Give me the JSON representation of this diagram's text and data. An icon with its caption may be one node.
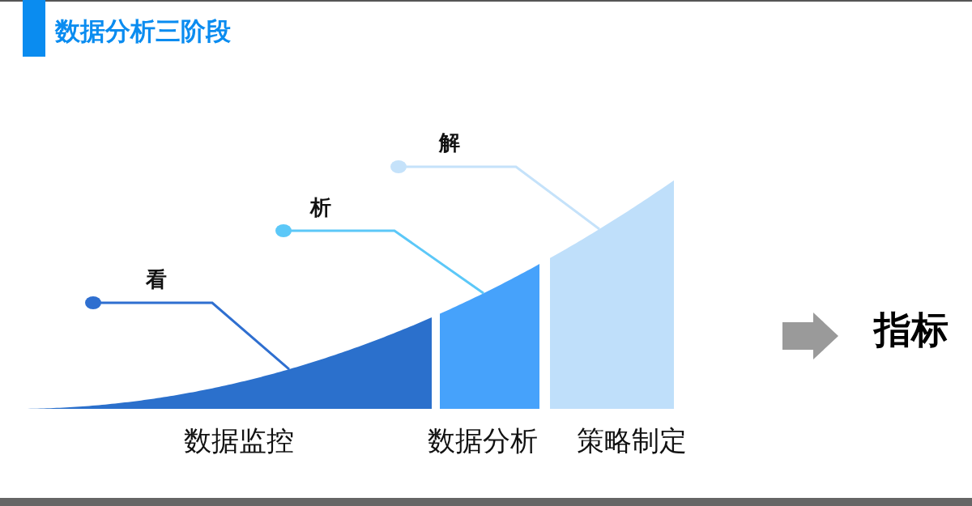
{
  "diagram": {
    "title": "数据分析三阶段",
    "nodes": [
      {
        "text": [
          "数据监控"
        ]
      },
      {
        "text": [
          "数据分析"
        ]
      },
      {
        "text": [
          "策略制定"
        ]
      },
      {
        "text": [
          "看"
        ]
      },
      {
        "text": [
          "析"
        ]
      },
      {
        "text": [
          "解"
        ]
      },
      {
        "text": [
          "指标"
        ]
      }
    ],
    "edges": [
      {
        "from": 3,
        "to": 0,
        "arrow": "other",
        "color": "#2f6fd0"
      },
      {
        "from": 4,
        "to": 1,
        "arrow": "other",
        "color": "#5cc8f8"
      },
      {
        "from": 5,
        "to": 2,
        "arrow": "other",
        "color": "#c5e2fa"
      },
      {
        "from": null,
        "to": 6,
        "arrow": "to",
        "style": "thick",
        "color": "#9a9a9a"
      }
    ]
  }
}
